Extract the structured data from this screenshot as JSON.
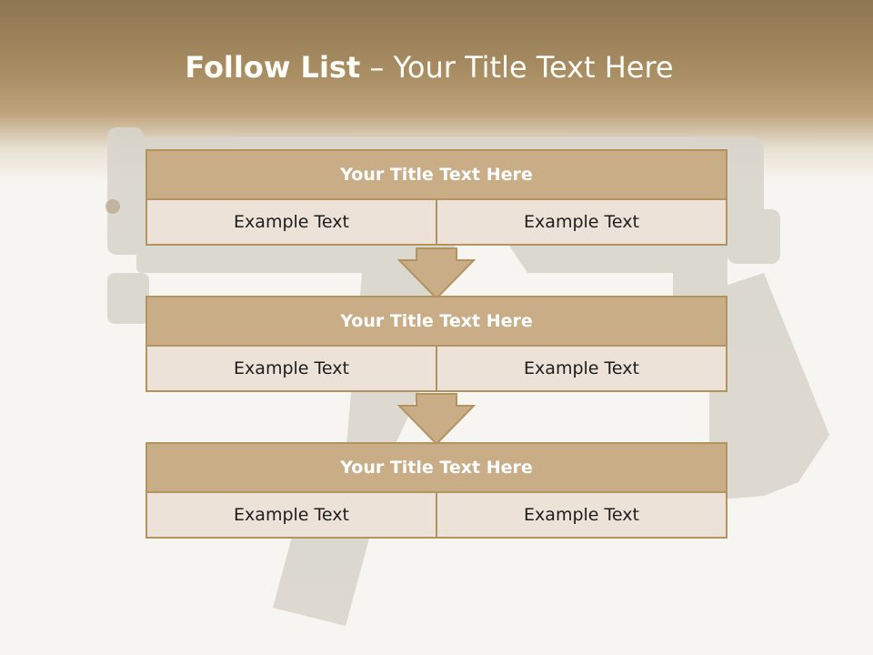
{
  "slide": {
    "title_bold": "Follow List",
    "title_rest": "– Your Title Text Here",
    "blocks": [
      {
        "title": "Your Title Text Here",
        "left": "Example Text",
        "right": "Example Text"
      },
      {
        "title": "Your Title Text Here",
        "left": "Example Text",
        "right": "Example Text"
      },
      {
        "title": "Your Title Text Here",
        "left": "Example Text",
        "right": "Example Text"
      }
    ],
    "colors": {
      "header": "#8d7651",
      "block_header": "#c8ad87",
      "block_row": "#ece2d8",
      "border": "#b3935f"
    }
  }
}
